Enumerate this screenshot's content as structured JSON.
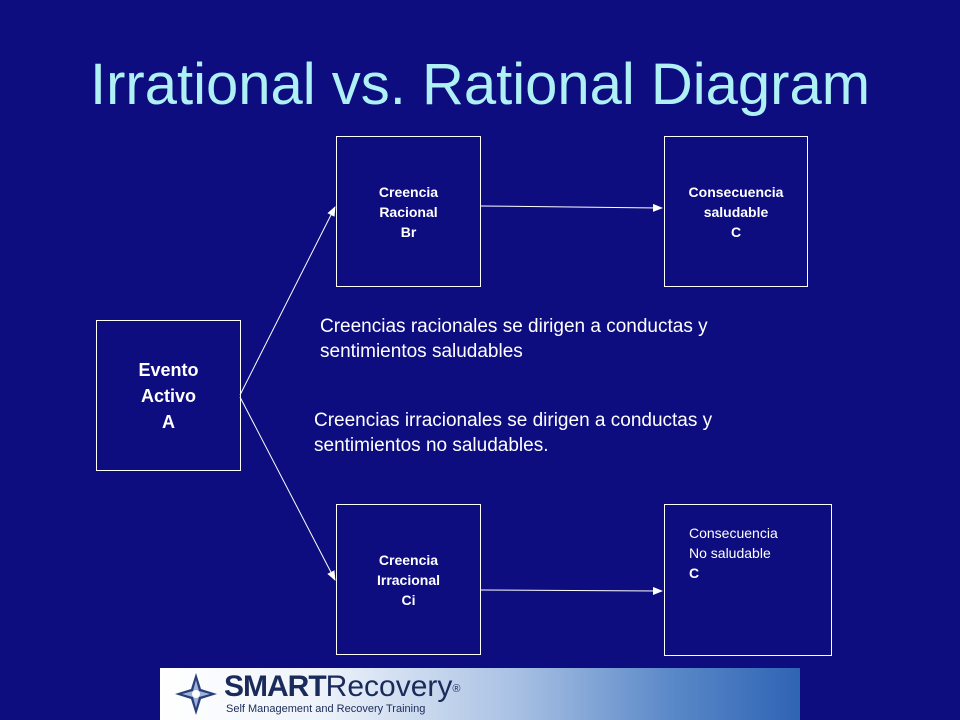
{
  "title": "Irrational vs. Rational Diagram",
  "boxes": {
    "event": [
      "Evento",
      "Activo",
      "A"
    ],
    "rational_belief": [
      "Creencia",
      "Racional",
      "Br"
    ],
    "healthy_consequence": [
      "Consecuencia",
      "saludable",
      "C"
    ],
    "irrational_belief": [
      "Creencia",
      "Irracional",
      "Ci"
    ],
    "unhealthy_consequence": [
      "Consecuencia",
      "No saludable",
      "C"
    ]
  },
  "captions": {
    "rational": [
      "Creencias racionales se dirigen a conductas y",
      "sentimientos saludables"
    ],
    "irrational": [
      "Creencias irracionales se dirigen a conductas y",
      "sentimientos no saludables."
    ]
  },
  "footer": {
    "logo_smart": "SMART",
    "logo_recovery": "Recovery",
    "logo_registered": "®",
    "tagline": "Self Management and Recovery Training"
  },
  "colors": {
    "background": "#0d0d80",
    "title": "#aef0f4",
    "box_border": "#ffffff",
    "text": "#ffffff"
  }
}
